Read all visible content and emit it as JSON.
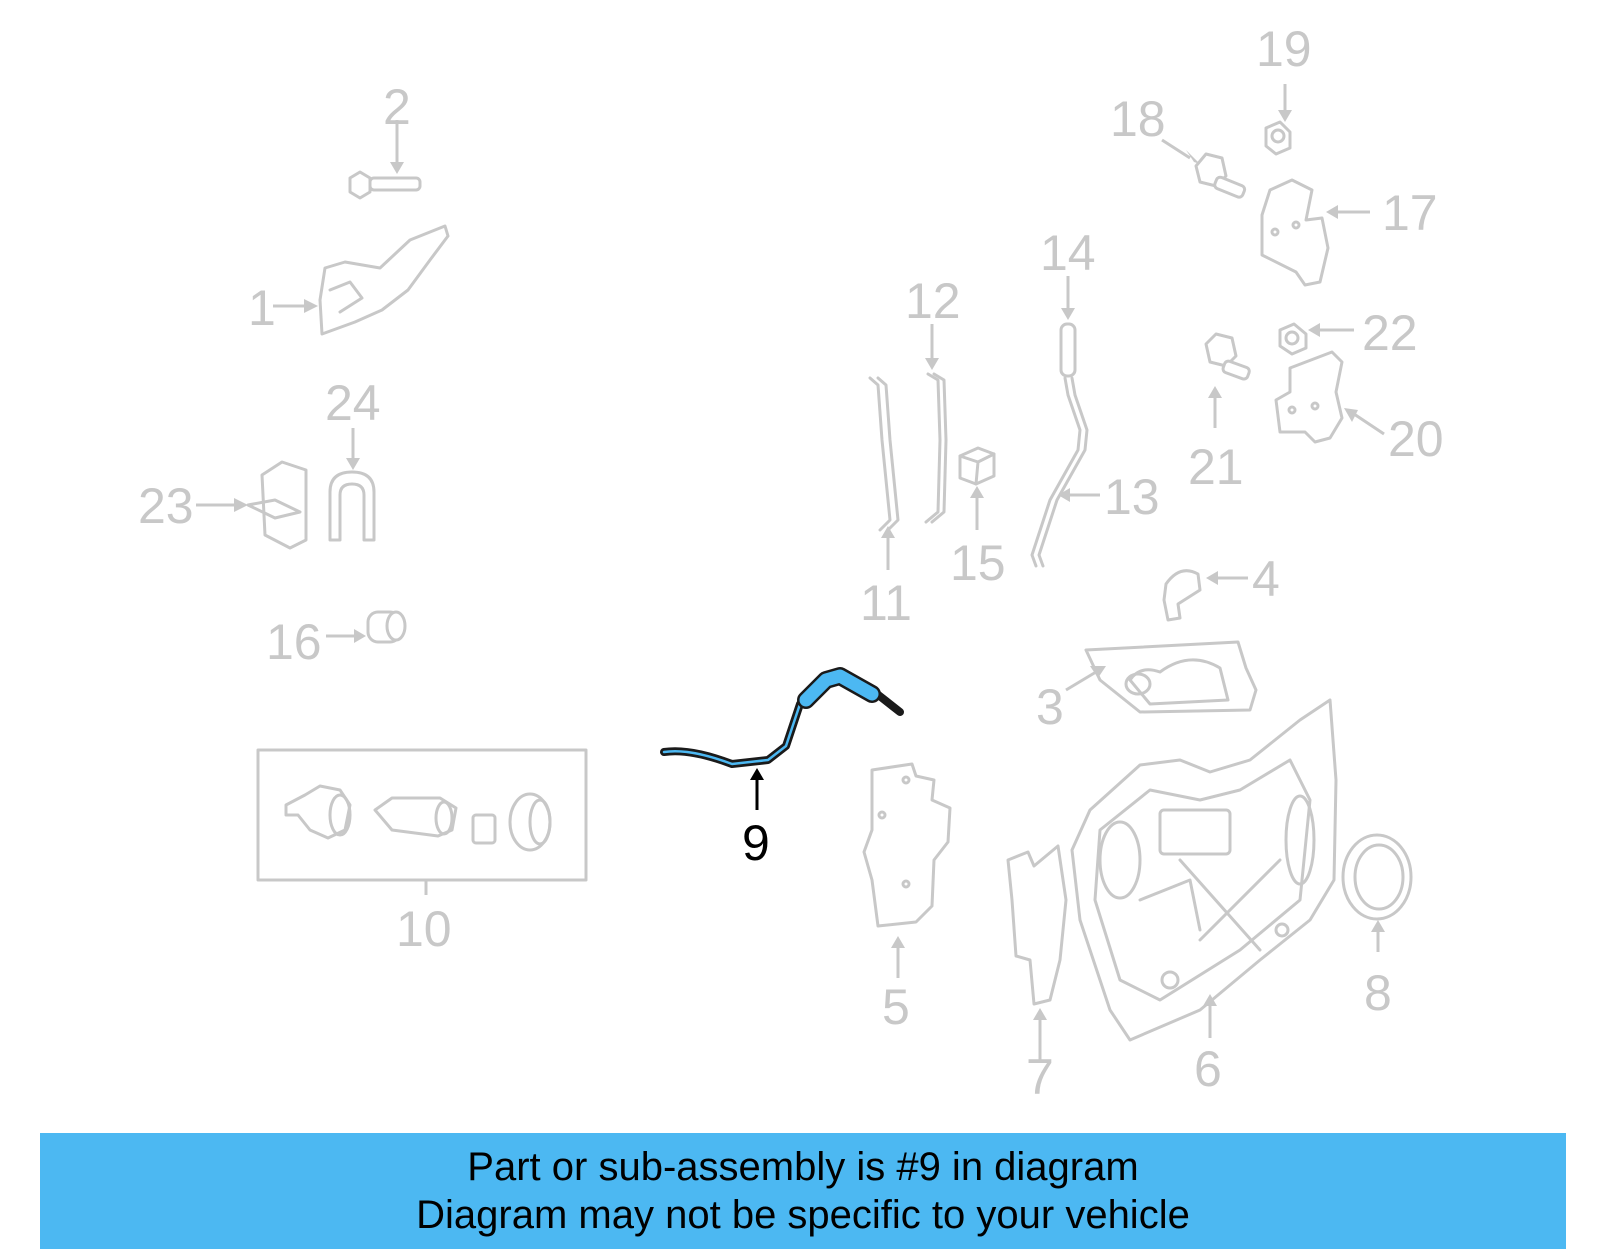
{
  "callouts": [
    {
      "id": "1",
      "label": "1"
    },
    {
      "id": "2",
      "label": "2"
    },
    {
      "id": "3",
      "label": "3"
    },
    {
      "id": "4",
      "label": "4"
    },
    {
      "id": "5",
      "label": "5"
    },
    {
      "id": "6",
      "label": "6"
    },
    {
      "id": "7",
      "label": "7"
    },
    {
      "id": "8",
      "label": "8"
    },
    {
      "id": "9",
      "label": "9"
    },
    {
      "id": "10",
      "label": "10"
    },
    {
      "id": "11",
      "label": "11"
    },
    {
      "id": "12",
      "label": "12"
    },
    {
      "id": "13",
      "label": "13"
    },
    {
      "id": "14",
      "label": "14"
    },
    {
      "id": "15",
      "label": "15"
    },
    {
      "id": "16",
      "label": "16"
    },
    {
      "id": "17",
      "label": "17"
    },
    {
      "id": "18",
      "label": "18"
    },
    {
      "id": "19",
      "label": "19"
    },
    {
      "id": "20",
      "label": "20"
    },
    {
      "id": "21",
      "label": "21"
    },
    {
      "id": "22",
      "label": "22"
    },
    {
      "id": "23",
      "label": "23"
    },
    {
      "id": "24",
      "label": "24"
    }
  ],
  "highlighted_part": "9",
  "colors": {
    "highlight": "#4cb8f2",
    "faded": "#c8c8c8",
    "banner": "#4cb8f2"
  },
  "footer": {
    "line1": "Part or sub-assembly is #9 in diagram",
    "line2": "Diagram may not be specific to your vehicle"
  }
}
